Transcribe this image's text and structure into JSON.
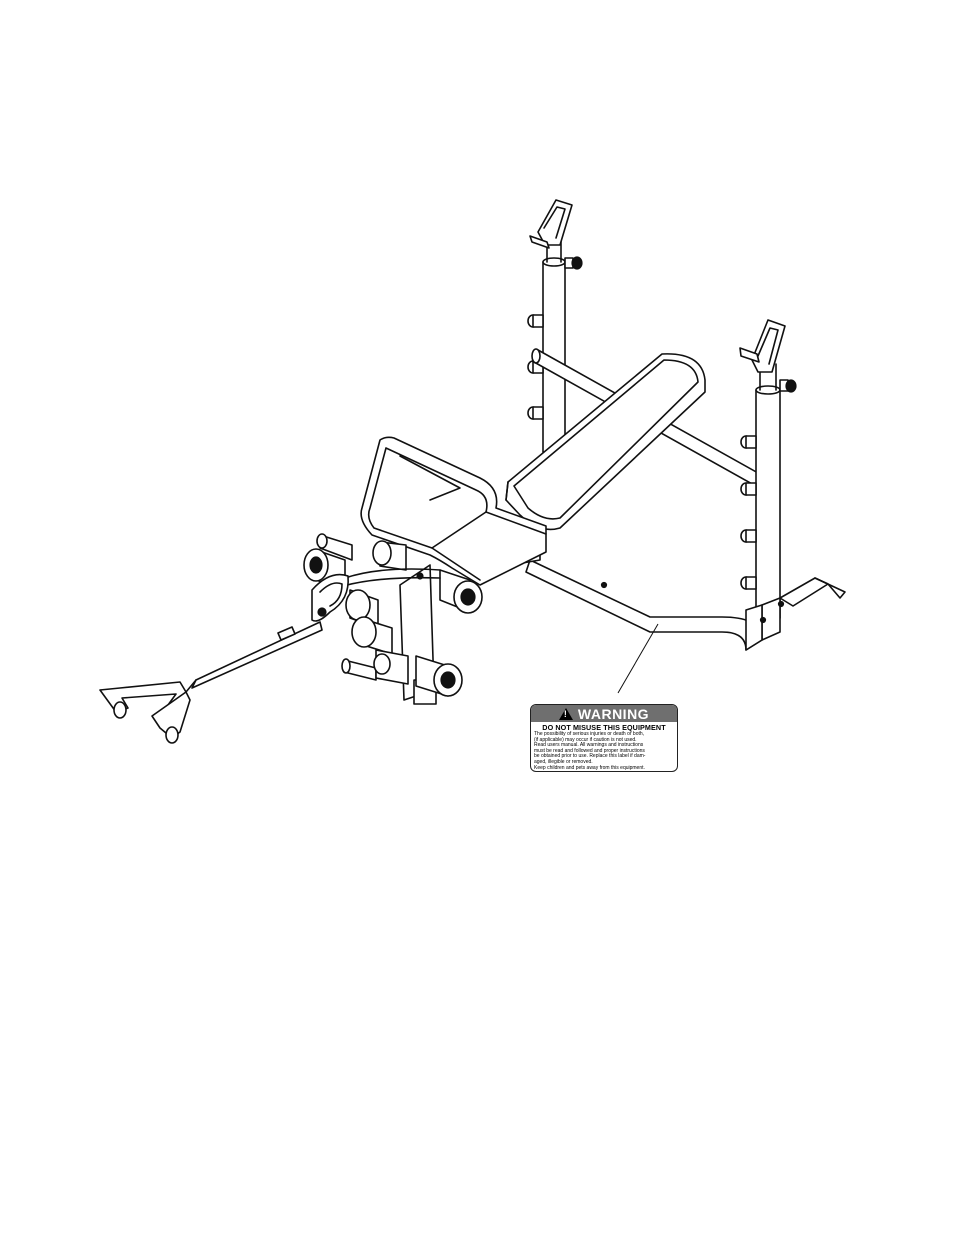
{
  "diagram": {
    "subject": "weight-bench-assembly",
    "callout_target": "warning-decal"
  },
  "warning_label": {
    "header": "WARNING",
    "icon": "warning-triangle-icon",
    "subtitle": "DO NOT MISUSE THIS EQUIPMENT",
    "lines": [
      "The possibility of serious injuries or death or both,",
      "(if applicable) may occur if caution is not used.",
      "Read users manual. All warnings and instructions",
      "must be read and followed and proper instructions",
      "be obtained prior to use. Replace this label if dam-",
      "aged, illegible or removed.",
      "Keep children and pets away from this equipment."
    ],
    "header_color": "#6f6f6f"
  }
}
